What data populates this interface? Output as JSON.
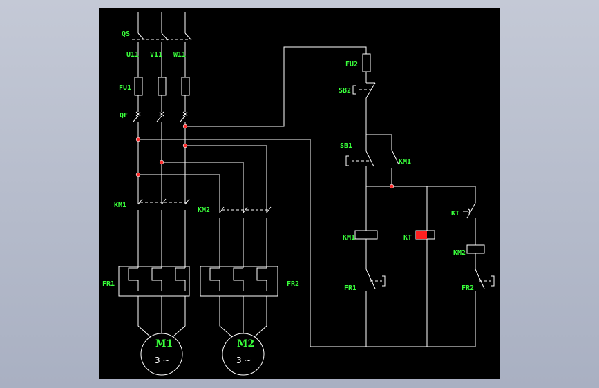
{
  "diagram": {
    "labels": {
      "qs": "QS",
      "u11": "U11",
      "v11": "V11",
      "w11": "W11",
      "fu1": "FU1",
      "qf": "QF",
      "km1_main": "KM1",
      "km2_main": "KM2",
      "fr1_main": "FR1",
      "fr2_main": "FR2",
      "m1": "M1",
      "m2": "M2",
      "m1_phase": "3 ~",
      "m2_phase": "3 ~",
      "fu2": "FU2",
      "sb2": "SB2",
      "sb1": "SB1",
      "km1_aux": "KM1",
      "km1_coil": "KM1",
      "kt_coil": "KT",
      "fr1_ctrl": "FR1",
      "kt_contact": "KT",
      "km2_coil": "KM2",
      "fr2_ctrl": "FR2"
    },
    "colors": {
      "background": "#000000",
      "wire": "#ffffff",
      "label": "#39ff3b",
      "junction": "#ff2a2a",
      "kt_coil_fill": "#ff2020"
    }
  }
}
